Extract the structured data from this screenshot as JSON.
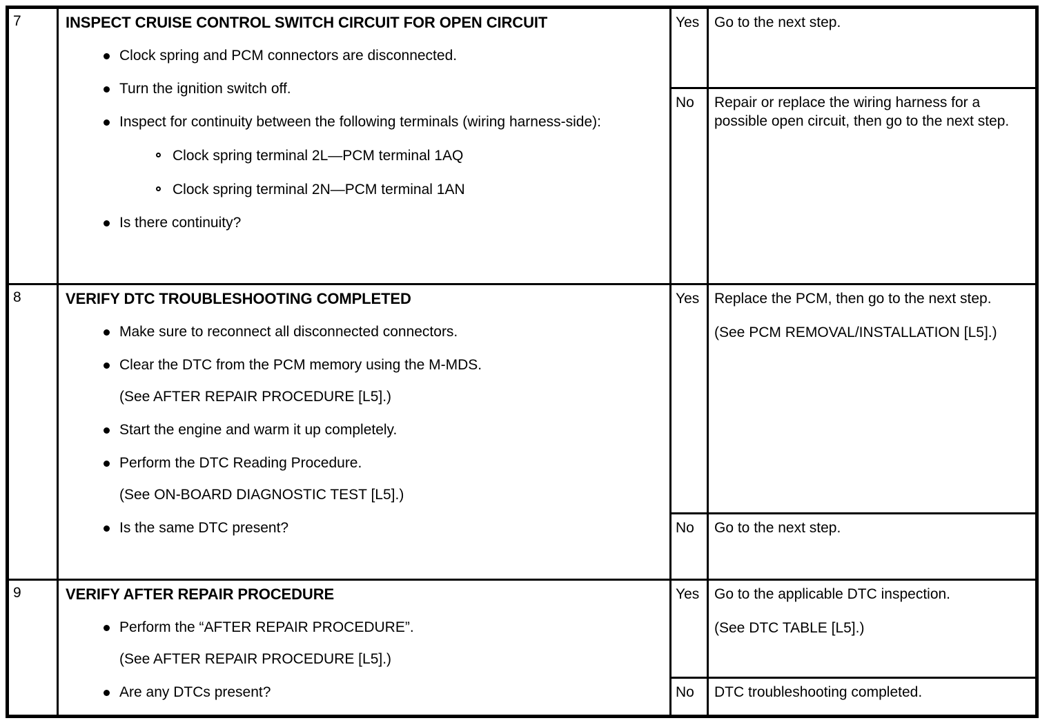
{
  "document": {
    "type": "diagnostic-troubleshooting-table",
    "column_headers_visible": false
  },
  "steps": [
    {
      "number": "7",
      "title": "INSPECT CRUISE CONTROL SWITCH CIRCUIT FOR OPEN CIRCUIT",
      "bullets": [
        {
          "kind": "bullet",
          "text": "Clock spring and PCM connectors are disconnected."
        },
        {
          "kind": "bullet",
          "text": "Turn the ignition switch off."
        },
        {
          "kind": "bullet",
          "text": "Inspect for continuity between the following terminals (wiring harness-side):"
        }
      ],
      "subbullets": [
        {
          "text": "Clock spring terminal 2L—PCM terminal 1AQ"
        },
        {
          "text": "Clock spring terminal 2N—PCM terminal 1AN"
        }
      ],
      "question": {
        "kind": "bullet",
        "text": "Is there continuity?"
      },
      "answers": [
        {
          "label": "Yes",
          "action_paragraphs": [
            "Go to the next step."
          ]
        },
        {
          "label": "No",
          "action_paragraphs": [
            "Repair or replace the wiring harness for a possible open circuit, then go to the next step."
          ]
        }
      ]
    },
    {
      "number": "8",
      "title": "VERIFY DTC TROUBLESHOOTING COMPLETED",
      "bullets": [
        {
          "kind": "bullet",
          "text": "Make sure to reconnect all disconnected connectors."
        },
        {
          "kind": "bullet",
          "text": "Clear the DTC from the PCM memory using the M-MDS."
        },
        {
          "kind": "plain",
          "text": "(See AFTER REPAIR PROCEDURE [L5].)"
        },
        {
          "kind": "bullet",
          "text": "Start the engine and warm it up completely."
        },
        {
          "kind": "bullet",
          "text": "Perform the DTC Reading Procedure."
        },
        {
          "kind": "plain",
          "text": "(See ON-BOARD DIAGNOSTIC TEST [L5].)"
        },
        {
          "kind": "bullet",
          "text": "Is the same DTC present?"
        }
      ],
      "answers": [
        {
          "label": "Yes",
          "action_paragraphs": [
            "Replace the PCM, then go to the next step.",
            "(See PCM REMOVAL/INSTALLATION [L5].)"
          ]
        },
        {
          "label": "No",
          "action_paragraphs": [
            "Go to the next step."
          ]
        }
      ]
    },
    {
      "number": "9",
      "title": "VERIFY AFTER REPAIR PROCEDURE",
      "bullets": [
        {
          "kind": "bullet",
          "text": "Perform the “AFTER REPAIR PROCEDURE”."
        },
        {
          "kind": "plain",
          "text": "(See AFTER REPAIR PROCEDURE [L5].)"
        },
        {
          "kind": "bullet",
          "text": "Are any DTCs present?"
        }
      ],
      "answers": [
        {
          "label": "Yes",
          "action_paragraphs": [
            "Go to the applicable DTC inspection.",
            "(See DTC TABLE [L5].)"
          ]
        },
        {
          "label": "No",
          "action_paragraphs": [
            "DTC troubleshooting completed."
          ]
        }
      ]
    }
  ],
  "colors": {
    "border": "#000000",
    "text": "#000000",
    "background": "#ffffff"
  }
}
